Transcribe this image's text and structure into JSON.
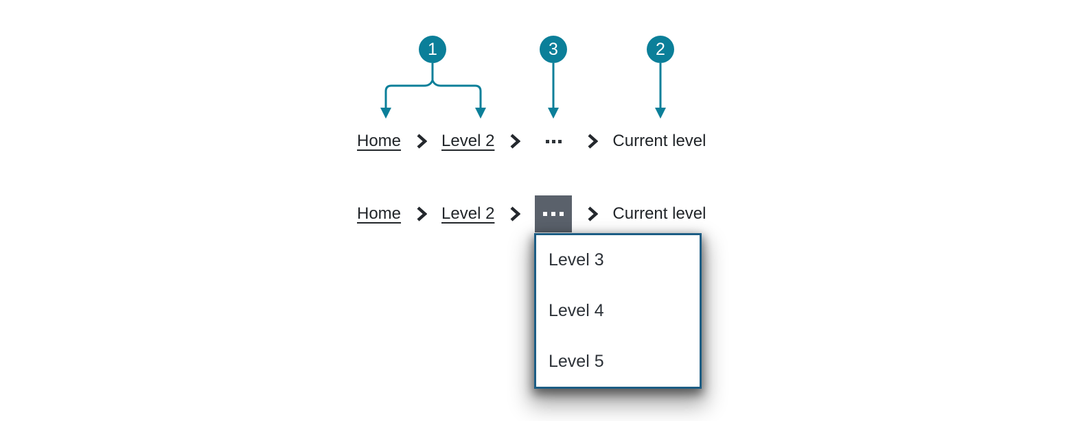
{
  "colors": {
    "accent_teal": "#0b7f99",
    "breadcrumb_text": "#212529",
    "ellipsis_button_bg": "#5a616b",
    "ellipsis_button_dots": "#ffffff",
    "dropdown_border": "#1c5d84",
    "dropdown_item_text": "#2d3238",
    "page_background": "#ffffff"
  },
  "callouts": {
    "link_items_badge": "1",
    "ellipsis_badge": "3",
    "current_item_badge": "2"
  },
  "icons": {
    "separator": "chevron-right-icon",
    "collapsed_indicator": "ellipsis-icon",
    "expand_button": "ellipsis-icon"
  },
  "breadcrumb_collapsed": {
    "items": [
      {
        "label": "Home",
        "type": "link"
      },
      {
        "label": "Level 2",
        "type": "link"
      },
      {
        "label": "Current level",
        "type": "current"
      }
    ]
  },
  "breadcrumb_expanded": {
    "items": [
      {
        "label": "Home",
        "type": "link"
      },
      {
        "label": "Level 2",
        "type": "link"
      },
      {
        "label": "Current level",
        "type": "current"
      }
    ]
  },
  "ellipsis_dropdown": {
    "items": [
      "Level 3",
      "Level 4",
      "Level 5"
    ]
  }
}
